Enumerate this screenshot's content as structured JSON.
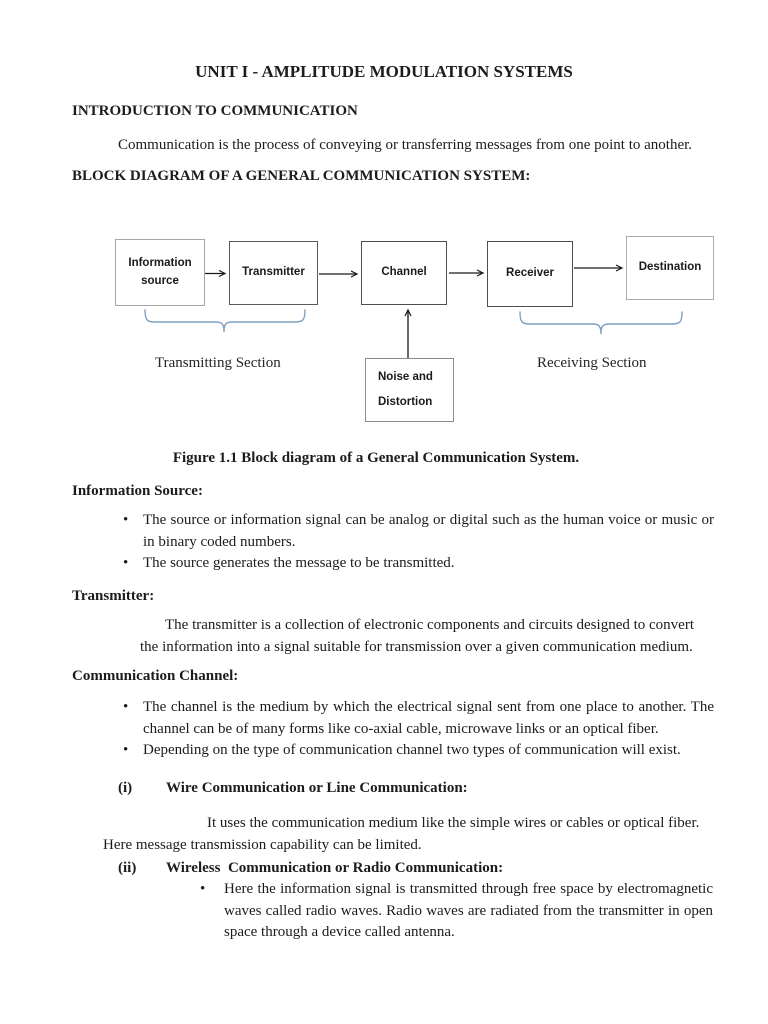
{
  "document": {
    "title": "UNIT I - AMPLITUDE MODULATION SYSTEMS",
    "intro_heading": "INTRODUCTION TO COMMUNICATION",
    "intro_paragraph": "Communication is the process of conveying or transferring messages from one point to another.",
    "block_diagram_heading": "BLOCK DIAGRAM OF A GENERAL COMMUNICATION SYSTEM:",
    "figure_caption": "Figure 1.1 Block diagram of a General Communication System.",
    "information_source": {
      "heading": "Information Source:",
      "bullets": [
        "The source or information signal can be analog or digital such as the human voice or music or in binary coded numbers.",
        "The source generates the message to be transmitted."
      ]
    },
    "transmitter": {
      "heading": "Transmitter:",
      "lines": [
        "The transmitter is a collection of electronic components and circuits designed to convert",
        "the information into a signal suitable for transmission over a given communication medium."
      ]
    },
    "communication_channel": {
      "heading": "Communication Channel:",
      "bullets": [
        "The channel is the medium by which the electrical signal sent from one place to another. The channel can be of many forms like co-axial cable, microwave links or an optical fiber.",
        "Depending on the type of communication channel two types of communication will exist."
      ]
    },
    "wire_communication": {
      "numeral": "(i)",
      "heading": "Wire Communication or Line Communication:",
      "lines": [
        "It uses the communication medium like the simple wires or cables or optical fiber.",
        "Here message transmission capability can be limited."
      ]
    },
    "wireless_communication": {
      "numeral": "(ii)",
      "heading": "Wireless  Communication or Radio Communication:",
      "bullets": [
        "Here the information signal is transmitted through free space by electromagnetic waves called radio waves. Radio waves are radiated from the transmitter in open space through a device called antenna."
      ]
    }
  },
  "diagram": {
    "boxes": {
      "information_source": "Information source",
      "transmitter": "Transmitter",
      "channel": "Channel",
      "receiver": "Receiver",
      "destination": "Destination",
      "noise": "Noise and Distortion"
    },
    "section_labels": {
      "transmitting": "Transmitting Section",
      "receiving": "Receiving Section"
    },
    "colors": {
      "brace": "#7f9fc4",
      "arrow": "#1a1a1a",
      "box_border_dark": "#4d4d4d",
      "box_border_light": "#a6a6a6"
    }
  }
}
